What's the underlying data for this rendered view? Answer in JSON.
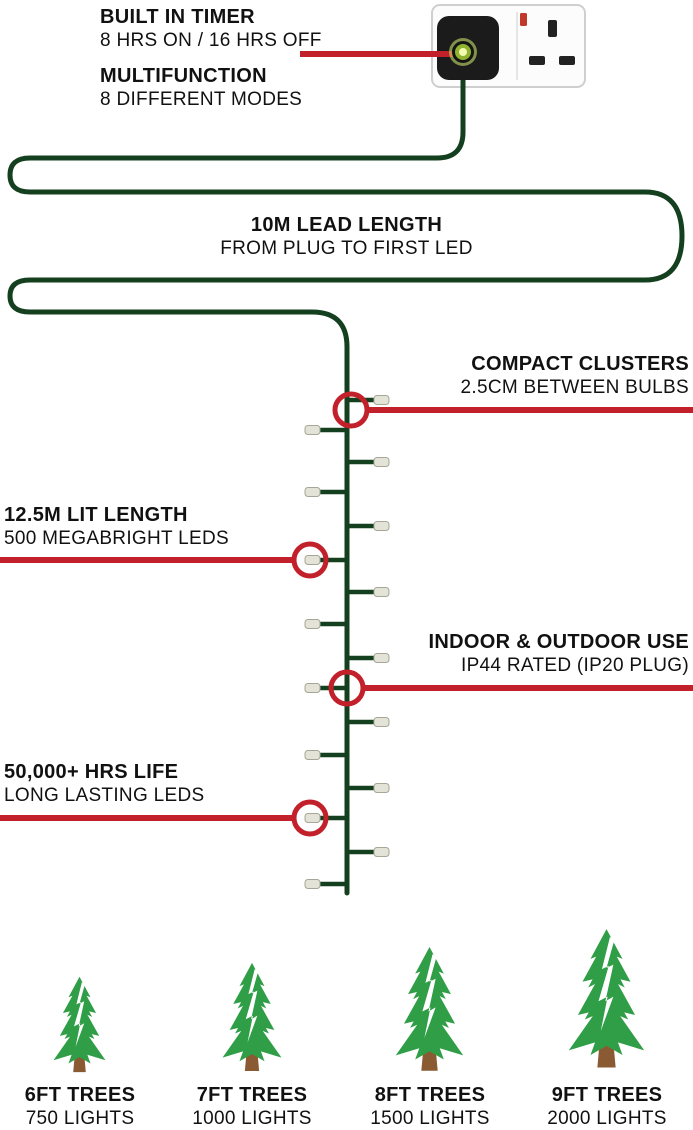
{
  "colors": {
    "cable_green": "#14401f",
    "accent_red": "#c2202a",
    "tree_green": "#2f9e47",
    "trunk_brown": "#8a5a33",
    "bulb_gray": "#e3e3d8",
    "led_glow_green": "#b8d44a",
    "text_black": "#111111"
  },
  "callouts": {
    "timer": {
      "title": "BUILT IN TIMER",
      "subtitle": "8 HRS ON / 16 HRS OFF"
    },
    "multifunction": {
      "title": "MULTIFUNCTION",
      "subtitle": "8 DIFFERENT MODES"
    },
    "lead_length": {
      "title": "10M LEAD LENGTH",
      "subtitle": "FROM PLUG TO FIRST LED"
    },
    "compact_clusters": {
      "title": "COMPACT CLUSTERS",
      "subtitle": "2.5CM BETWEEN BULBS"
    },
    "lit_length": {
      "title": "12.5M LIT LENGTH",
      "subtitle": "500 MEGABRIGHT LEDS"
    },
    "indoor_outdoor": {
      "title": "INDOOR & OUTDOOR USE",
      "subtitle": "IP44 RATED (IP20 PLUG)"
    },
    "life": {
      "title": "50,000+ HRS LIFE",
      "subtitle": "LONG LASTING LEDS"
    }
  },
  "trees": [
    {
      "label": "6FT TREES",
      "lights": "750 LIGHTS"
    },
    {
      "label": "7FT TREES",
      "lights": "1000 LIGHTS"
    },
    {
      "label": "8FT TREES",
      "lights": "1500 LIGHTS"
    },
    {
      "label": "9FT TREES",
      "lights": "2000 LIGHTS"
    }
  ]
}
